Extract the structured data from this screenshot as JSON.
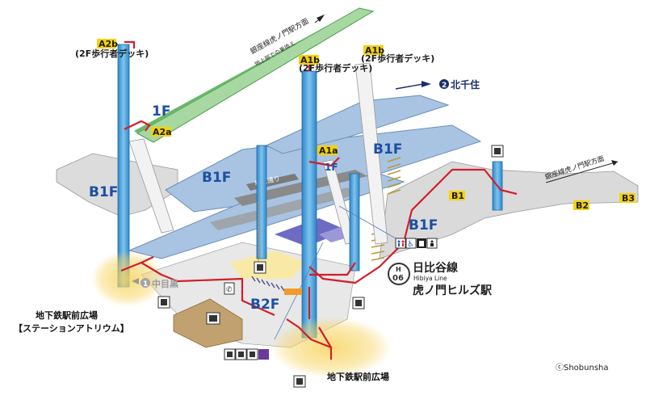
{
  "exits": {
    "a2b": {
      "label": "A2b",
      "sub": "(2F歩行者デッキ)"
    },
    "a1b_center": {
      "label": "A1b",
      "sub": "(2F歩行者デッキ)"
    },
    "a1b_right": {
      "label": "A1b",
      "sub": "(2F歩行者デッキ)"
    },
    "a2a": {
      "label": "A2a"
    },
    "a1a": {
      "label": "A1a"
    },
    "b1": {
      "label": "B1"
    },
    "b2": {
      "label": "B2"
    },
    "b3": {
      "label": "B3"
    }
  },
  "floors": {
    "f1_left": "1F",
    "f1_center": "1F",
    "b1f_left": "B1F",
    "b1f_center": "B1F",
    "b1f_right": "B1F",
    "b1f_east": "B1F",
    "b2f": "B2F"
  },
  "annotations": {
    "ginza_transfer": "銀座線虎ノ門駅方面",
    "ground_transfer": "地上部での乗換え",
    "ginza_transfer_east": "銀座線虎ノ門駅方面",
    "sakurada_street": "桜田通り",
    "kita_senju_number": "2",
    "kita_senju": "北千住",
    "naka_meguro_number": "1",
    "naka_meguro": "中目黒"
  },
  "station": {
    "line_letter": "H",
    "line_number": "06",
    "line_jp": "日比谷線",
    "line_en": "Hibiya Line",
    "name": "虎ノ門ヒルズ駅"
  },
  "captions": {
    "atrium_line1": "地下鉄駅前広場",
    "atrium_line2": "【ステーションアトリウム】",
    "plaza_bottom": "地下鉄駅前広場",
    "copyright": "ⓒShobunsha"
  },
  "icons": {
    "toilet_label": "toilet-icons",
    "wc_multi": "♿"
  },
  "colors": {
    "platform_blue": "#a9c3e2",
    "concourse_grey": "#dcdcdc",
    "route_red": "#d21e2a",
    "elevator_blue": "#4aa3df",
    "deck_green": "#9ed39a",
    "exit_yellow": "#f5d20a",
    "highlight": "#f6d36b"
  }
}
